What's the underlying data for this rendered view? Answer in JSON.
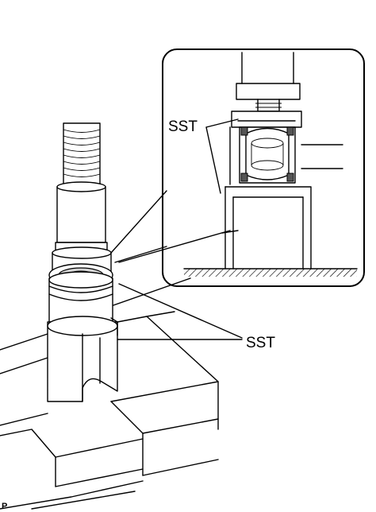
{
  "labels": {
    "sst_upper": "SST",
    "sst_lower": "SST",
    "corner_mark": "P"
  }
}
